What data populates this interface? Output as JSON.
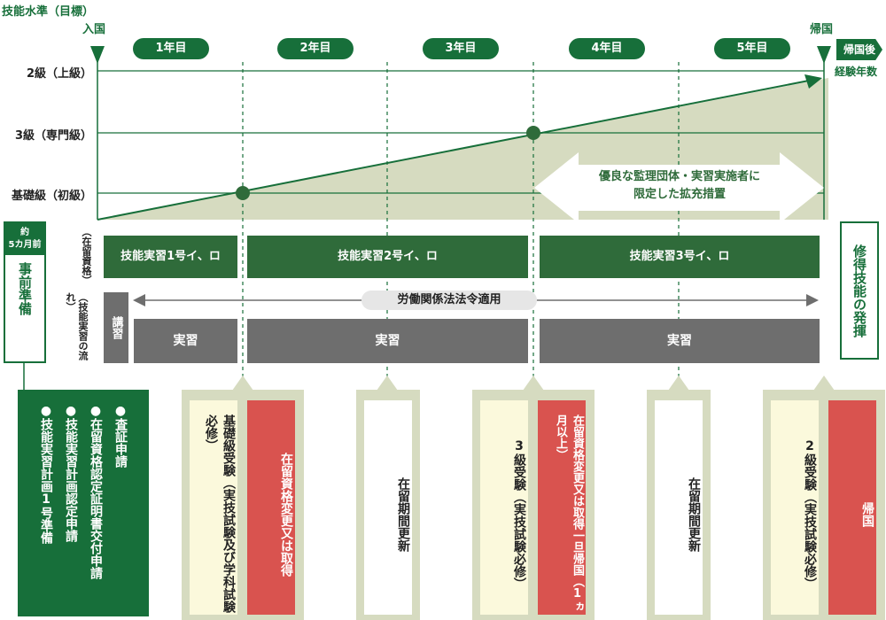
{
  "axis": {
    "y_title": "技能水準（目標）",
    "start_label": "入国",
    "end_label": "帰国",
    "after_label": "帰国後\n経験年数"
  },
  "years": [
    "1年目",
    "2年目",
    "3年目",
    "4年目",
    "5年目"
  ],
  "levels": [
    "2級（上級）",
    "3級（専門級）",
    "基礎級（初級）"
  ],
  "expansion_note": "優良な監理団体・実習実施者に\n限定した拡充措置",
  "row_labels": {
    "status": "（在留資格）",
    "flow": "（技能実習の流れ）"
  },
  "status_bars": [
    "技能実習1号イ、ロ",
    "技能実習2号イ、ロ",
    "技能実習3号イ、ロ"
  ],
  "labor_law": "労働関係法法令適用",
  "lecture": "講習",
  "practice": [
    "実習",
    "実習",
    "実習"
  ],
  "prep": {
    "top": "約\n5カ月前",
    "body": "事前準備"
  },
  "result": "修得技能の発揮",
  "prep_steps": [
    "●技能実習計画1号準備",
    "●技能実習計画認定申請",
    "●在留資格認定証明書交付申請",
    "●査証申請"
  ],
  "cards": {
    "c1_exam": "基礎級受験（実技試験及び学科試験必修）",
    "c1_status": "在留資格変更又は取得",
    "c2_renew": "在留期間更新",
    "c3_exam": "3級受験（実技試験必修）",
    "c3_status": "在留資格変更又は取得一旦帰国（1ヵ月以上）",
    "c4_renew": "在留期間更新",
    "c5_exam": "2級受験（実技試験必修）",
    "c5_return": "帰国"
  },
  "colors": {
    "green": "#176f3a",
    "dark_green_bar": "#2f6b3a",
    "gray_bar": "#6e6e6e",
    "red": "#d9534f",
    "area": "#d6dbc0",
    "cream": "#fbf9dc"
  }
}
